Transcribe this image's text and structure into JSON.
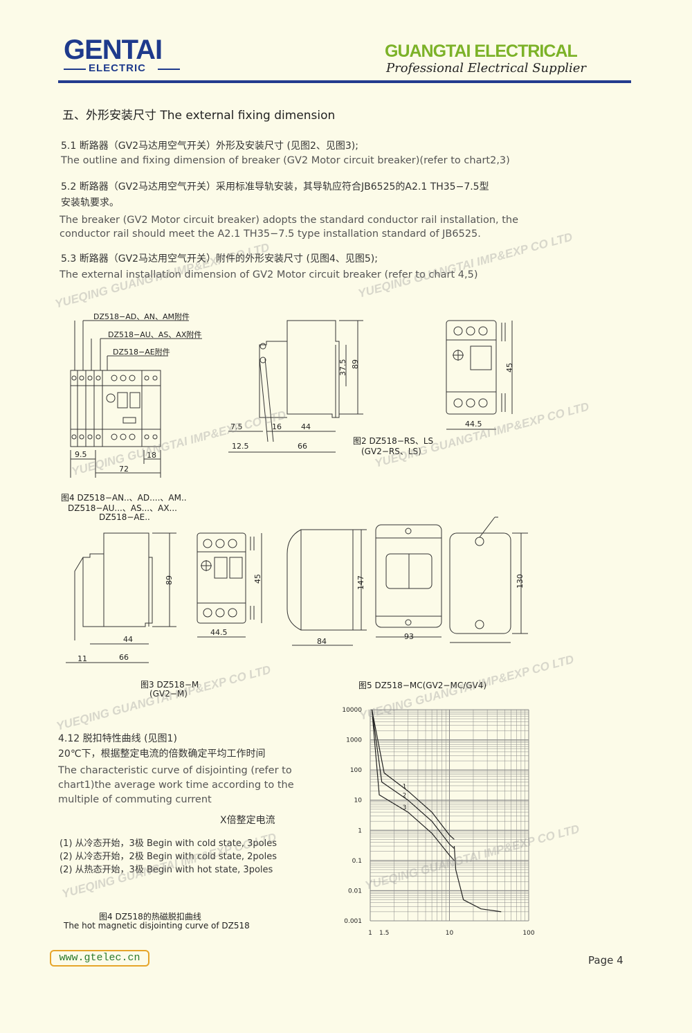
{
  "header": {
    "logo_text": "GENTAI",
    "logo_sub": "ELECTRIC",
    "company": "GUANGTAI ELECTRICAL",
    "tagline": "Professional Electrical Supplier"
  },
  "section": {
    "title": "五、外形安装尺寸  The external fixing dimension"
  },
  "items": [
    {
      "cn": "5.1  断路器（GV2马达用空气开关）外形及安装尺寸 (见图2、见图3);",
      "en": "The outline and fixing dimension of breaker (GV2 Motor circuit breaker)(refer to chart2,3)"
    },
    {
      "cn": "5.2  断路器（GV2马达用空气开关）采用标准导轨安装，其导轨应符合JB6525的A2.1 TH35−7.5型",
      "cn2": "安装轨要求。",
      "en": "The breaker (GV2 Motor circuit breaker) adopts the standard conductor rail installation, the",
      "en2": "conductor rail should meet the A2.1 TH35−7.5 type installation standard of JB6525."
    },
    {
      "cn": "5.3  断路器（GV2马达用空气开关）附件的外形安装尺寸 (见图4、见图5);",
      "en": "The external installation dimension of GV2 Motor circuit breaker (refer to chart 4,5)"
    }
  ],
  "fig4": {
    "labels": [
      "DZ518−AD、AN、AM附件",
      "DZ518−AU、AS、AX附件",
      "DZ518−AE附件"
    ],
    "dims": [
      "9.5",
      "18",
      "72"
    ],
    "caption1": "图4 DZ518−AN..、AD....、AM..",
    "caption2": "DZ518−AU...、AS...、AX...",
    "caption3": "DZ518−AE.."
  },
  "fig2": {
    "dims_side": [
      "37.5",
      "89",
      "7.5",
      "16",
      "44",
      "12.5",
      "66"
    ],
    "dims_front": [
      "45",
      "44.5"
    ],
    "caption1": "图2 DZ518−RS、LS",
    "caption2": "(GV2−RS、LS)"
  },
  "fig3": {
    "dims": [
      "89",
      "44",
      "11",
      "66",
      "45",
      "44.5"
    ],
    "caption1": "图3 DZ518−M",
    "caption2": "(GV2−M)"
  },
  "fig5": {
    "dims": [
      "147",
      "84",
      "93",
      "130"
    ],
    "caption": "图5 DZ518−MC(GV2−MC/GV4)"
  },
  "curve_section": {
    "title": "4.12 脱扣特性曲线 (见图1)",
    "subtitle": "20℃下，根据整定电流的倍数确定平均工作时间",
    "en1": "The characteristic curve of disjointing (refer to",
    "en2": "chart1)the average work time according to the",
    "en3": "multiple of commuting current",
    "axis_label": "X倍整定电流",
    "legend": [
      "(1) 从冷态开始，3极 Begin with cold state, 3poles",
      "(2) 从冷态开始，2极 Begin with cold state, 2poles",
      "(2) 从热态开始，3极 Begin with hot state, 3poles"
    ],
    "caption_cn": "图4 DZ518的热磁脱扣曲线",
    "caption_en": "The hot magnetic disjointing curve of DZ518"
  },
  "chart_data": {
    "type": "line",
    "title": "",
    "xlabel": "",
    "ylabel": "",
    "x_scale": "log",
    "y_scale": "log",
    "x_ticks": [
      "1",
      "1.5",
      "10",
      "100"
    ],
    "y_ticks": [
      "10000",
      "1000",
      "100",
      "10",
      "1",
      "0.1",
      "0.01",
      "0.001"
    ],
    "xlim": [
      1,
      100
    ],
    "ylim": [
      0.001,
      10000
    ],
    "series": [
      {
        "name": "1",
        "x": [
          1.05,
          1.5,
          3,
          6,
          10,
          11.5
        ],
        "y": [
          10000,
          80,
          20,
          4,
          0.7,
          0.5
        ]
      },
      {
        "name": "2",
        "x": [
          1.05,
          1.4,
          3,
          6,
          10,
          11.5
        ],
        "y": [
          10000,
          40,
          10,
          2,
          0.35,
          0.25
        ]
      },
      {
        "name": "3",
        "x": [
          1.05,
          1.3,
          3,
          6,
          10,
          11.5
        ],
        "y": [
          10000,
          15,
          4,
          0.8,
          0.15,
          0.1
        ]
      }
    ],
    "grid": true
  },
  "watermark": "YUEQING GUANGTAI IMP&EXP CO LTD",
  "footer": {
    "url": "www.gtelec.cn",
    "page": "Page  4"
  }
}
